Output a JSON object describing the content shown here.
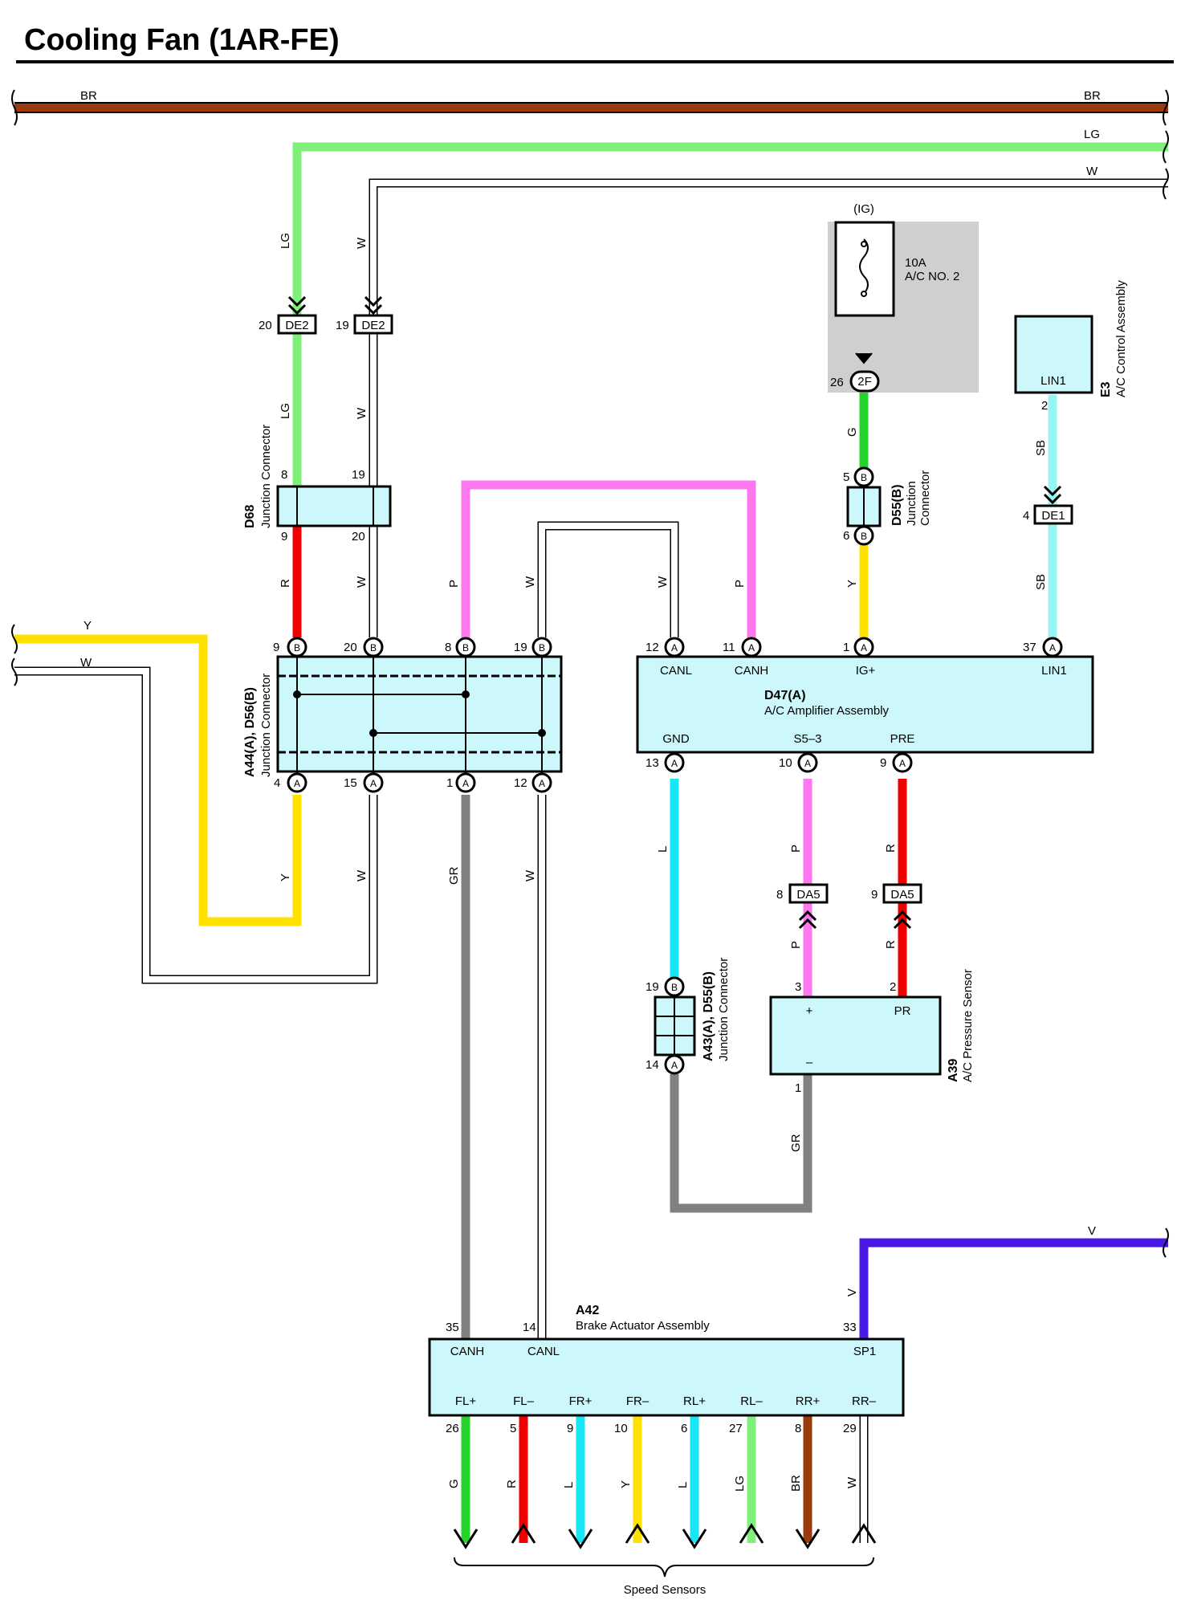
{
  "title": "Cooling Fan (1AR-FE)",
  "colors": {
    "BR": "#9a3b0e",
    "LG": "#7ff07a",
    "W": "#ffffff",
    "Y": "#ffe100",
    "R": "#f00000",
    "P": "#ff77ee",
    "G": "#25d42a",
    "SB": "#98f3f3",
    "L": "#19e6f5",
    "GR": "#808080",
    "V": "#4b19e6",
    "component_fill": "#ccf8fb",
    "fuse_box": "#cfcfcf"
  },
  "wire_labels": {
    "br_left": "BR",
    "br_right": "BR",
    "lg_top": "LG",
    "w_top": "W",
    "lg_de2": "LG",
    "w_de2": "W",
    "lg_d68": "LG",
    "w_d68": "W",
    "r_d68": "R",
    "w_d68_low": "W",
    "p_left": "P",
    "w_mid": "W",
    "w_right": "W",
    "p_right": "P",
    "g_fuse": "G",
    "y_d55": "Y",
    "sb_top": "SB",
    "sb_low": "SB",
    "y_left": "Y",
    "w_left": "W",
    "y_a44": "Y",
    "w_a44": "W",
    "gr_a44": "GR",
    "w_a44_12": "W",
    "l_gnd": "L",
    "p_s5": "P",
    "r_pre": "R",
    "p_da5": "P",
    "r_da5": "R",
    "gr_a39": "GR",
    "v_top": "V",
    "v_a42": "V"
  },
  "fuse": {
    "circuit": "(IG)",
    "rating": "10A",
    "name": "A/C NO. 2",
    "connector": "2F",
    "pin": "26"
  },
  "connectors": {
    "de2_lg": {
      "pin": "20",
      "name": "DE2"
    },
    "de2_w": {
      "pin": "19",
      "name": "DE2"
    },
    "de1": {
      "pin": "4",
      "name": "DE1"
    },
    "da5_p": {
      "pin": "8",
      "name": "DA5"
    },
    "da5_r": {
      "pin": "9",
      "name": "DA5"
    }
  },
  "d68": {
    "id": "D68",
    "name": "Junction Connector",
    "pins": [
      "8",
      "19",
      "9",
      "20"
    ]
  },
  "d55_top": {
    "id": "D55(B)",
    "name_line1": "Junction",
    "name_line2": "Connector",
    "pins": [
      "5",
      "6"
    ],
    "pin_letter": "B"
  },
  "e3": {
    "id": "E3",
    "name": "A/C Control Assembly",
    "terminal": "LIN1",
    "pin": "2"
  },
  "a44": {
    "id": "A44(A), D56(B)",
    "name": "Junction Connector",
    "top_pins": [
      "9",
      "20",
      "8",
      "19"
    ],
    "bottom_pins": [
      "4",
      "15",
      "1",
      "12"
    ],
    "top_letter": "B",
    "bottom_letter": "A"
  },
  "d47": {
    "id": "D47(A)",
    "name": "A/C Amplifier Assembly",
    "top_terminals": [
      "CANL",
      "CANH",
      "IG+",
      "LIN1"
    ],
    "top_pins": [
      "12",
      "11",
      "1",
      "37"
    ],
    "bottom_terminals": [
      "GND",
      "S5–3",
      "PRE"
    ],
    "bottom_pins": [
      "13",
      "10",
      "9"
    ],
    "pin_letter": "A"
  },
  "a43": {
    "id": "A43(A), D55(B)",
    "name": "Junction Connector",
    "top_pin": "19",
    "top_letter": "B",
    "bottom_pin": "14",
    "bottom_letter": "A"
  },
  "a39": {
    "id": "A39",
    "name": "A/C Pressure Sensor",
    "pins": [
      "3",
      "2",
      "1"
    ],
    "terminals": [
      "+",
      "PR",
      "–"
    ]
  },
  "a42": {
    "id": "A42",
    "name": "Brake Actuator Assembly",
    "top_pins": [
      "35",
      "14",
      "33"
    ],
    "top_terminals": [
      "CANH",
      "CANL",
      "SP1"
    ],
    "bottom_terminals": [
      "FL+",
      "FL–",
      "FR+",
      "FR–",
      "RL+",
      "RL–",
      "RR+",
      "RR–"
    ],
    "bottom_pins": [
      "26",
      "5",
      "9",
      "10",
      "6",
      "27",
      "8",
      "29"
    ],
    "bottom_wires": [
      "G",
      "R",
      "L",
      "Y",
      "L",
      "LG",
      "BR",
      "W"
    ]
  },
  "speed_sensors": "Speed Sensors"
}
